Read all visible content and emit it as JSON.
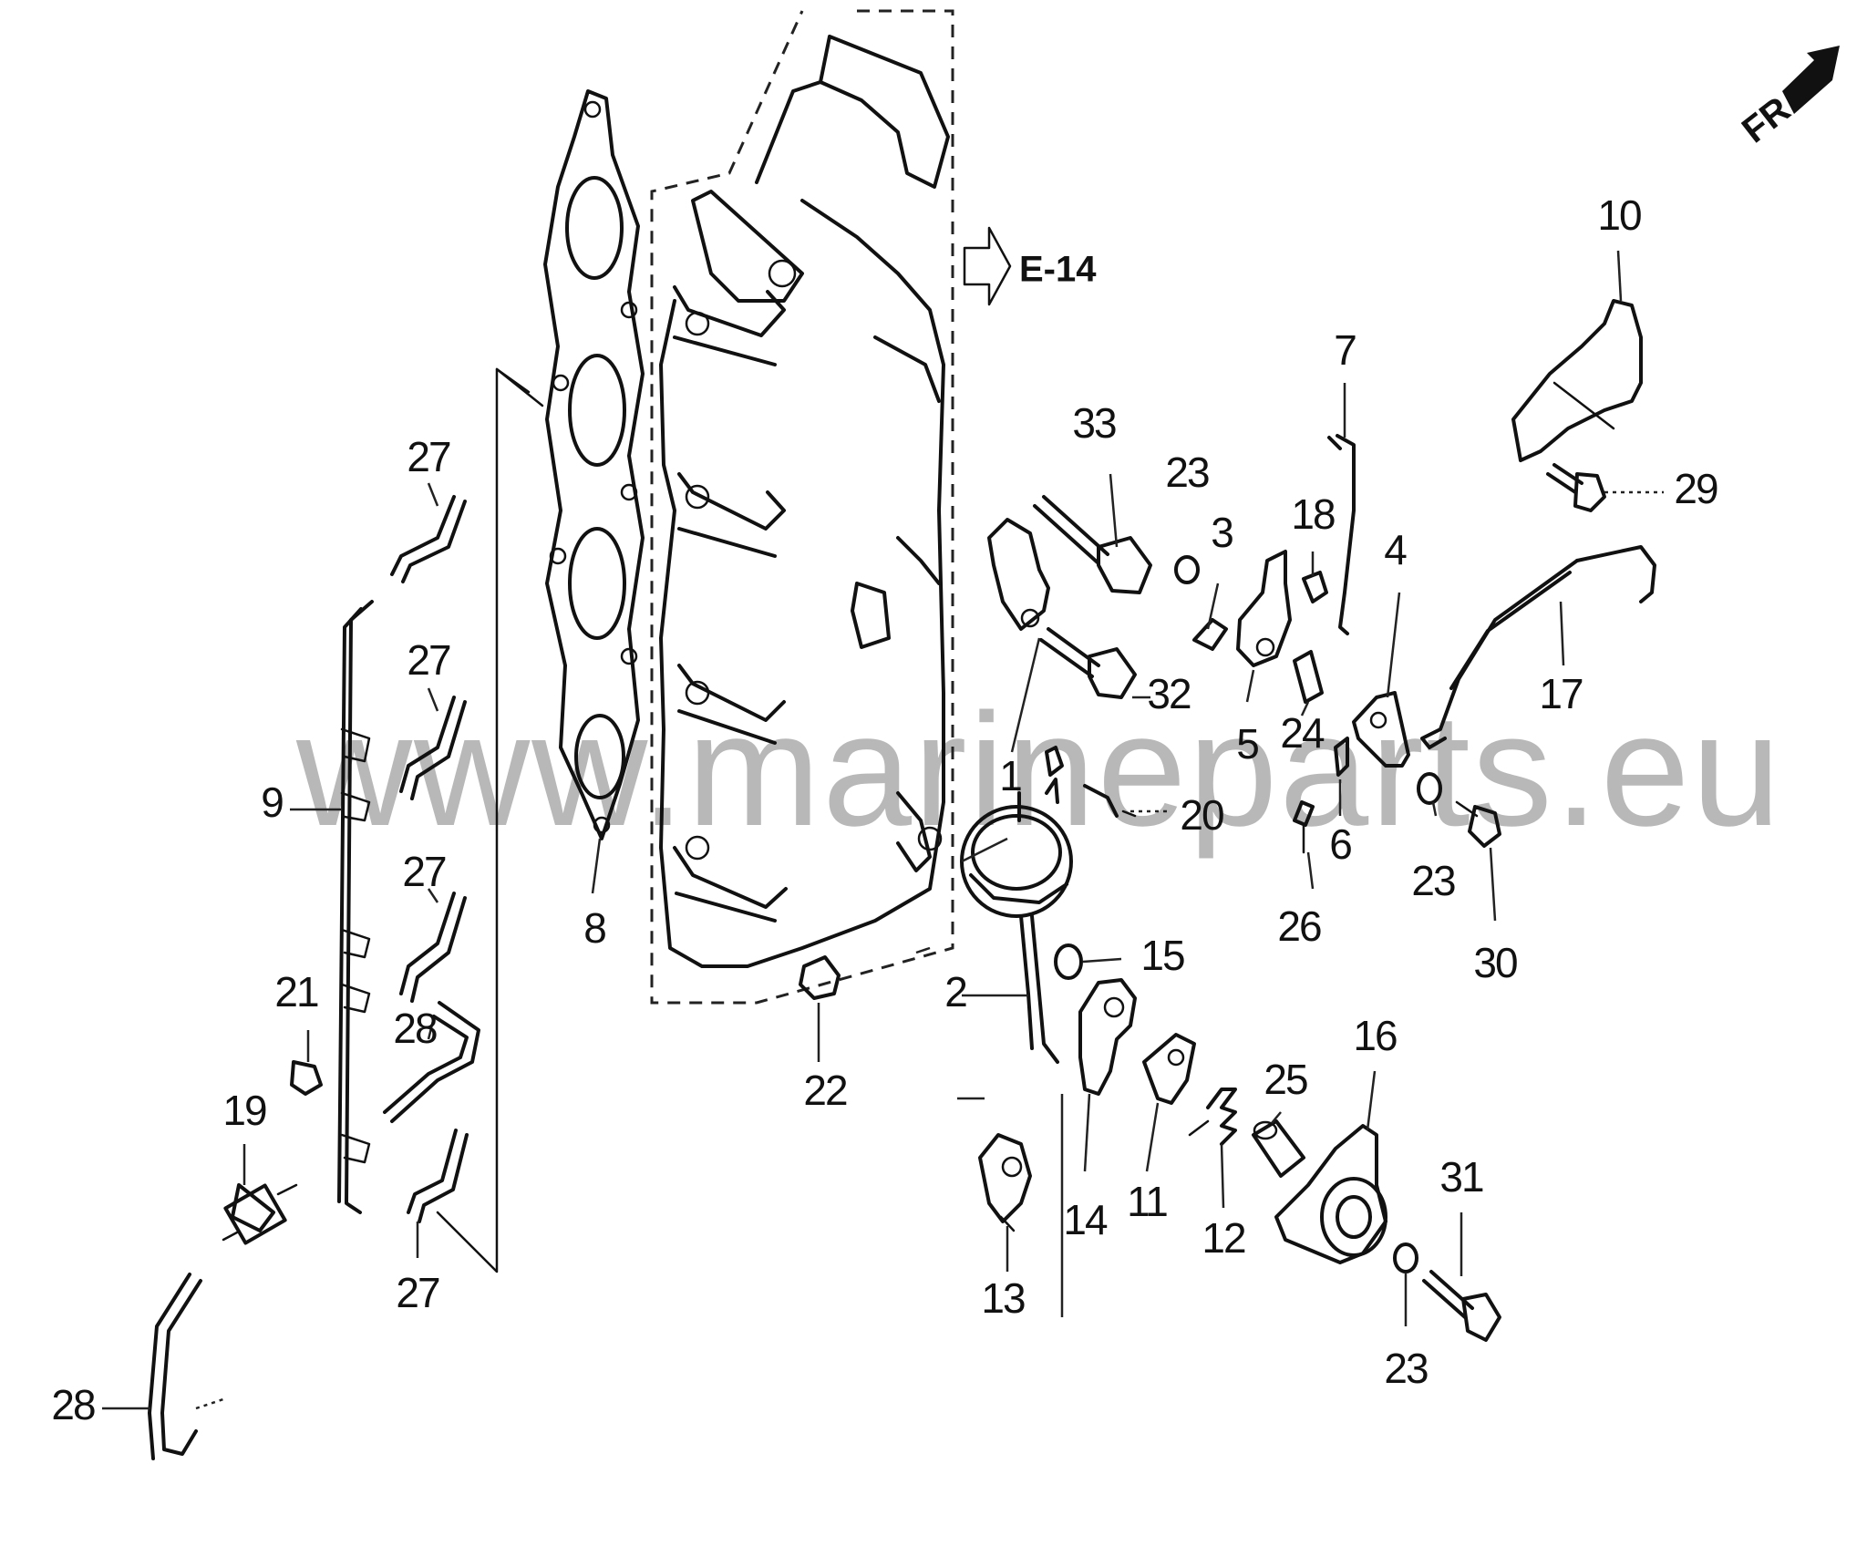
{
  "watermark": "www.marineparts.eu",
  "front_indicator": "FR.",
  "reference": {
    "label": "E-14"
  },
  "callouts": {
    "p1": "1",
    "p2": "2",
    "p3": "3",
    "p4": "4",
    "p5": "5",
    "p6": "6",
    "p7": "7",
    "p8": "8",
    "p9": "9",
    "p10": "10",
    "p11": "11",
    "p12": "12",
    "p13": "13",
    "p14": "14",
    "p15": "15",
    "p16": "16",
    "p17": "17",
    "p18": "18",
    "p19": "19",
    "p20": "20",
    "p21": "21",
    "p22": "22",
    "p23a": "23",
    "p23b": "23",
    "p23c": "23",
    "p24": "24",
    "p25": "25",
    "p26": "26",
    "p27a": "27",
    "p27b": "27",
    "p27c": "27",
    "p27d": "27",
    "p28a": "28",
    "p28b": "28",
    "p29": "29",
    "p30": "30",
    "p31": "31",
    "p32": "32",
    "p33": "33"
  }
}
